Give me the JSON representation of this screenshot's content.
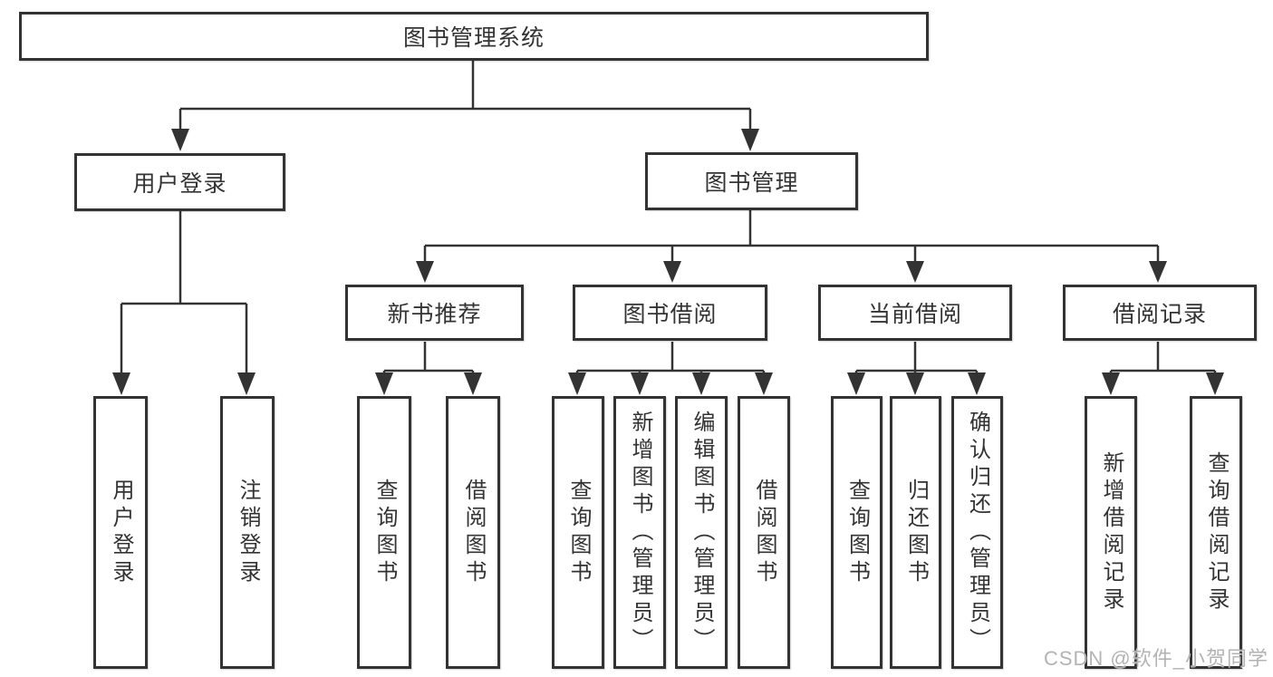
{
  "diagram": {
    "root": "图书管理系统",
    "branches": [
      {
        "label": "用户登录",
        "children": [
          "用户登录",
          "注销登录"
        ]
      },
      {
        "label": "图书管理",
        "children": [
          {
            "label": "新书推荐",
            "children": [
              "查询图书",
              "借阅图书"
            ]
          },
          {
            "label": "图书借阅",
            "children": [
              "查询图书",
              "新增图书（管理员）",
              "编辑图书（管理员）",
              "借阅图书"
            ]
          },
          {
            "label": "当前借阅",
            "children": [
              "查询图书",
              "归还图书",
              "确认归还（管理员）"
            ]
          },
          {
            "label": "借阅记录",
            "children": [
              "新增借阅记录",
              "查询借阅记录"
            ]
          }
        ]
      }
    ],
    "watermark": "CSDN @软件_小贺同学",
    "colors": {
      "line": "#333333",
      "box_border": "#333333",
      "text": "#333333",
      "background": "#ffffff",
      "watermark": "#afafaf"
    }
  }
}
